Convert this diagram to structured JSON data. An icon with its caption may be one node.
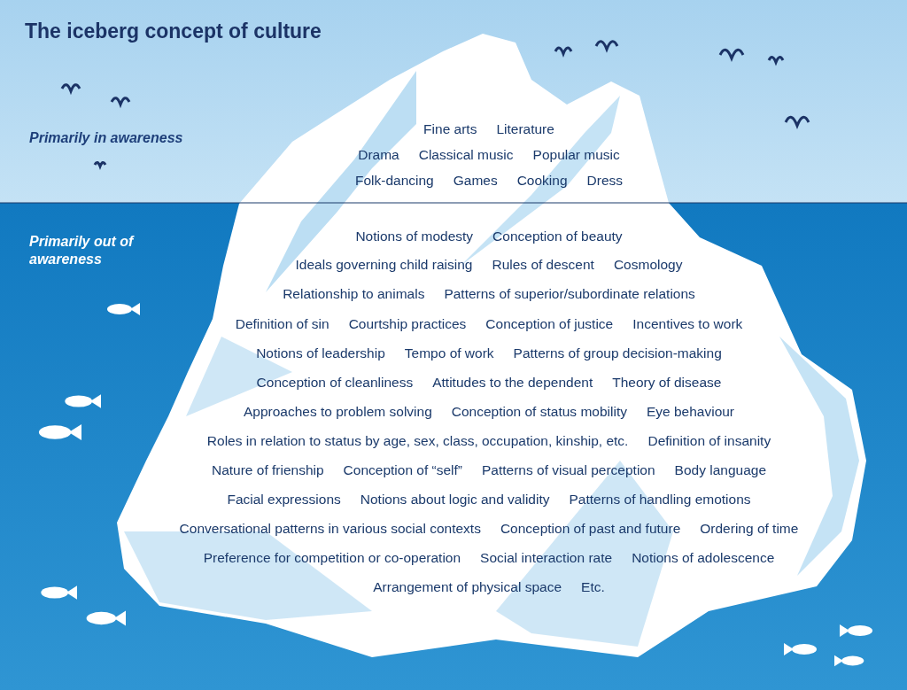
{
  "diagram": {
    "title": "The iceberg concept of culture",
    "labels": [
      "Primarily in awareness",
      "Fine arts",
      "Literature",
      "Drama",
      "Classical music",
      "Popular music",
      "Folk-dancing",
      "Games",
      "Cooking",
      "Dress",
      "Primarily out of awareness",
      "Notions of modesty",
      "Conception of beauty",
      "Ideals governing child raising",
      "Rules of descent",
      "Cosmology",
      "Relationship to animals",
      "Patterns of superior/subordinate relations",
      "Definition of sin",
      "Courtship practices",
      "Conception of justice",
      "Incentives to work",
      "Notions of leadership",
      "Tempo of work",
      "Patterns of group decision-making",
      "Conception of cleanliness",
      "Attitudes to the dependent",
      "Theory of disease",
      "Approaches to problem solving",
      "Conception of status mobility",
      "Eye behaviour",
      "Roles in relation to status by age, sex, class, occupation, kinship, etc.",
      "Definition of insanity",
      "Nature of frienship",
      "Conception of “self”",
      "Patterns of visual perception",
      "Body language",
      "Facial expressions",
      "Notions about logic and validity",
      "Patterns of handling emotions",
      "Conversational patterns in various social contexts",
      "Conception of past and future",
      "Ordering of time",
      "Preference for competition or co-operation",
      "Social interaction rate",
      "Notions of adolescence",
      "Arrangement of physical space",
      "Etc."
    ]
  }
}
